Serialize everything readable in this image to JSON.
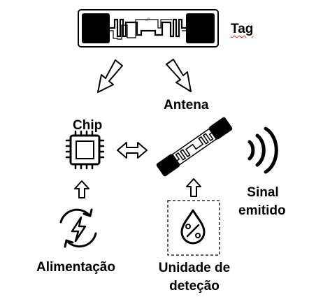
{
  "labels": {
    "tag": "Tag",
    "antenna": "Antena",
    "chip": "Chip",
    "signal_line1": "Sinal",
    "signal_line2": "emitido",
    "power": "Alimentação",
    "sensing_line1": "Unidade de",
    "sensing_line2": "deteção"
  },
  "icons": {
    "tag": "rfid-tag-icon",
    "chip": "microchip-icon",
    "antenna": "dipole-antenna-icon",
    "signal": "wireless-signal-icon",
    "power": "energy-cycle-icon",
    "sensing": "humidity-drop-percent-icon"
  },
  "colors": {
    "ink": "#000000",
    "background": "#ffffff",
    "spellcheck": "#d93025"
  }
}
